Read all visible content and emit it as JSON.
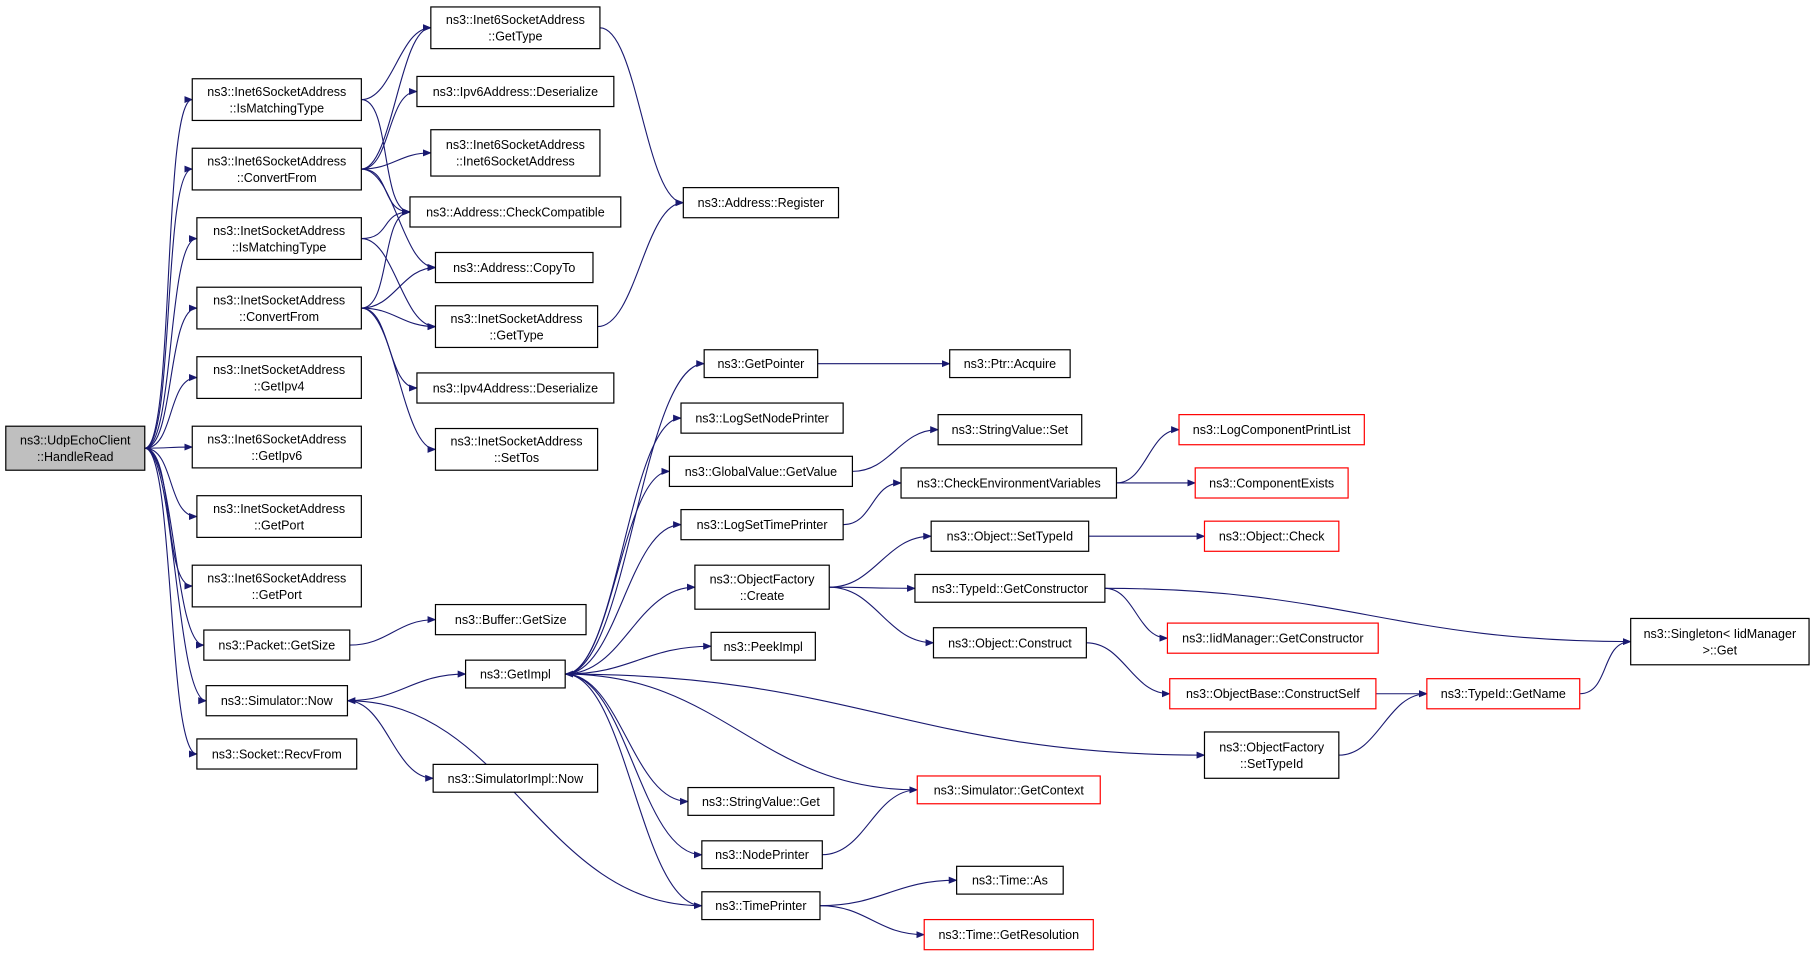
{
  "nodes": [
    {
      "id": "root",
      "lines": [
        "ns3::UdpEchoClient",
        "::HandleRead"
      ],
      "style": "root"
    },
    {
      "id": "i6isMatch",
      "lines": [
        "ns3::Inet6SocketAddress",
        "::IsMatchingType"
      ]
    },
    {
      "id": "i6convert",
      "lines": [
        "ns3::Inet6SocketAddress",
        "::ConvertFrom"
      ]
    },
    {
      "id": "i4isMatch",
      "lines": [
        "ns3::InetSocketAddress",
        "::IsMatchingType"
      ]
    },
    {
      "id": "i4convert",
      "lines": [
        "ns3::InetSocketAddress",
        "::ConvertFrom"
      ]
    },
    {
      "id": "i4getIpv4",
      "lines": [
        "ns3::InetSocketAddress",
        "::GetIpv4"
      ]
    },
    {
      "id": "i6getIpv6",
      "lines": [
        "ns3::Inet6SocketAddress",
        "::GetIpv6"
      ]
    },
    {
      "id": "i4getPort",
      "lines": [
        "ns3::InetSocketAddress",
        "::GetPort"
      ]
    },
    {
      "id": "i6getPort",
      "lines": [
        "ns3::Inet6SocketAddress",
        "::GetPort"
      ]
    },
    {
      "id": "pktGetSize",
      "lines": [
        "ns3::Packet::GetSize"
      ]
    },
    {
      "id": "simNow",
      "lines": [
        "ns3::Simulator::Now"
      ]
    },
    {
      "id": "sockRecvFrom",
      "lines": [
        "ns3::Socket::RecvFrom"
      ]
    },
    {
      "id": "i6getType",
      "lines": [
        "ns3::Inet6SocketAddress",
        "::GetType"
      ]
    },
    {
      "id": "ipv6Deser",
      "lines": [
        "ns3::Ipv6Address::Deserialize"
      ]
    },
    {
      "id": "i6ctor",
      "lines": [
        "ns3::Inet6SocketAddress",
        "::Inet6SocketAddress"
      ]
    },
    {
      "id": "addrCheck",
      "lines": [
        "ns3::Address::CheckCompatible"
      ]
    },
    {
      "id": "addrCopyTo",
      "lines": [
        "ns3::Address::CopyTo"
      ]
    },
    {
      "id": "i4getType",
      "lines": [
        "ns3::InetSocketAddress",
        "::GetType"
      ]
    },
    {
      "id": "ipv4Deser",
      "lines": [
        "ns3::Ipv4Address::Deserialize"
      ]
    },
    {
      "id": "i4setTos",
      "lines": [
        "ns3::InetSocketAddress",
        "::SetTos"
      ]
    },
    {
      "id": "bufGetSize",
      "lines": [
        "ns3::Buffer::GetSize"
      ]
    },
    {
      "id": "getImpl",
      "lines": [
        "ns3::GetImpl"
      ]
    },
    {
      "id": "simImplNow",
      "lines": [
        "ns3::SimulatorImpl::Now"
      ]
    },
    {
      "id": "addrRegister",
      "lines": [
        "ns3::Address::Register"
      ]
    },
    {
      "id": "getPointer",
      "lines": [
        "ns3::GetPointer"
      ]
    },
    {
      "id": "logSetNode",
      "lines": [
        "ns3::LogSetNodePrinter"
      ]
    },
    {
      "id": "gvGetValue",
      "lines": [
        "ns3::GlobalValue::GetValue"
      ]
    },
    {
      "id": "logSetTime",
      "lines": [
        "ns3::LogSetTimePrinter"
      ]
    },
    {
      "id": "ofCreate",
      "lines": [
        "ns3::ObjectFactory",
        "::Create"
      ]
    },
    {
      "id": "peekImpl",
      "lines": [
        "ns3::PeekImpl"
      ]
    },
    {
      "id": "svGet",
      "lines": [
        "ns3::StringValue::Get"
      ]
    },
    {
      "id": "nodePrinter",
      "lines": [
        "ns3::NodePrinter"
      ]
    },
    {
      "id": "timePrinter",
      "lines": [
        "ns3::TimePrinter"
      ]
    },
    {
      "id": "ptrAcquire",
      "lines": [
        "ns3::Ptr::Acquire"
      ]
    },
    {
      "id": "svSet",
      "lines": [
        "ns3::StringValue::Set"
      ]
    },
    {
      "id": "checkEnv",
      "lines": [
        "ns3::CheckEnvironmentVariables"
      ]
    },
    {
      "id": "objSetTypeId",
      "lines": [
        "ns3::Object::SetTypeId"
      ]
    },
    {
      "id": "tidGetCtor",
      "lines": [
        "ns3::TypeId::GetConstructor"
      ]
    },
    {
      "id": "objConstruct",
      "lines": [
        "ns3::Object::Construct"
      ]
    },
    {
      "id": "simGetContext",
      "lines": [
        "ns3::Simulator::GetContext"
      ],
      "style": "red"
    },
    {
      "id": "timeAs",
      "lines": [
        "ns3::Time::As"
      ]
    },
    {
      "id": "timeGetRes",
      "lines": [
        "ns3::Time::GetResolution"
      ],
      "style": "red"
    },
    {
      "id": "logCompList",
      "lines": [
        "ns3::LogComponentPrintList"
      ],
      "style": "red"
    },
    {
      "id": "compExists",
      "lines": [
        "ns3::ComponentExists"
      ],
      "style": "red"
    },
    {
      "id": "objCheck",
      "lines": [
        "ns3::Object::Check"
      ],
      "style": "red"
    },
    {
      "id": "iidGetCtor",
      "lines": [
        "ns3::IidManager::GetConstructor"
      ],
      "style": "red"
    },
    {
      "id": "obConstructSelf",
      "lines": [
        "ns3::ObjectBase::ConstructSelf"
      ],
      "style": "red"
    },
    {
      "id": "ofSetTypeId",
      "lines": [
        "ns3::ObjectFactory",
        "::SetTypeId"
      ]
    },
    {
      "id": "tidGetName",
      "lines": [
        "ns3::TypeId::GetName"
      ],
      "style": "red"
    },
    {
      "id": "singletonGet",
      "lines": [
        "ns3::Singleton< IidManager",
        ">::Get"
      ]
    }
  ],
  "edges": [
    [
      "root",
      "i6isMatch"
    ],
    [
      "root",
      "i6convert"
    ],
    [
      "root",
      "i4isMatch"
    ],
    [
      "root",
      "i4convert"
    ],
    [
      "root",
      "i4getIpv4"
    ],
    [
      "root",
      "i6getIpv6"
    ],
    [
      "root",
      "i4getPort"
    ],
    [
      "root",
      "i6getPort"
    ],
    [
      "root",
      "pktGetSize"
    ],
    [
      "root",
      "simNow"
    ],
    [
      "root",
      "sockRecvFrom"
    ],
    [
      "i6isMatch",
      "i6getType"
    ],
    [
      "i6isMatch",
      "addrCheck"
    ],
    [
      "i6convert",
      "i6getType"
    ],
    [
      "i6convert",
      "ipv6Deser"
    ],
    [
      "i6convert",
      "i6ctor"
    ],
    [
      "i6convert",
      "addrCheck"
    ],
    [
      "i6convert",
      "addrCopyTo"
    ],
    [
      "i4isMatch",
      "addrCheck"
    ],
    [
      "i4isMatch",
      "i4getType"
    ],
    [
      "i4convert",
      "addrCheck"
    ],
    [
      "i4convert",
      "addrCopyTo"
    ],
    [
      "i4convert",
      "i4getType"
    ],
    [
      "i4convert",
      "ipv4Deser"
    ],
    [
      "i4convert",
      "i4setTos"
    ],
    [
      "i6getType",
      "addrRegister"
    ],
    [
      "i4getType",
      "addrRegister"
    ],
    [
      "pktGetSize",
      "bufGetSize"
    ],
    [
      "simNow",
      "getImpl"
    ],
    [
      "simNow",
      "simImplNow"
    ],
    [
      "getImpl",
      "getPointer"
    ],
    [
      "getImpl",
      "logSetNode"
    ],
    [
      "getImpl",
      "gvGetValue"
    ],
    [
      "getImpl",
      "logSetTime"
    ],
    [
      "getImpl",
      "ofCreate"
    ],
    [
      "getImpl",
      "peekImpl"
    ],
    [
      "getImpl",
      "svGet"
    ],
    [
      "getImpl",
      "nodePrinter"
    ],
    [
      "getImpl",
      "timePrinter"
    ],
    [
      "getImpl",
      "ofSetTypeId"
    ],
    [
      "timePrinter",
      "simNow"
    ],
    [
      "simGetContext",
      "getImpl"
    ],
    [
      "getPointer",
      "ptrAcquire"
    ],
    [
      "gvGetValue",
      "svSet"
    ],
    [
      "logSetTime",
      "checkEnv"
    ],
    [
      "checkEnv",
      "logCompList"
    ],
    [
      "checkEnv",
      "compExists"
    ],
    [
      "ofCreate",
      "objSetTypeId"
    ],
    [
      "ofCreate",
      "tidGetCtor"
    ],
    [
      "ofCreate",
      "objConstruct"
    ],
    [
      "objSetTypeId",
      "objCheck"
    ],
    [
      "tidGetCtor",
      "iidGetCtor"
    ],
    [
      "tidGetCtor",
      "singletonGet"
    ],
    [
      "objConstruct",
      "obConstructSelf"
    ],
    [
      "obConstructSelf",
      "tidGetName"
    ],
    [
      "ofSetTypeId",
      "tidGetName"
    ],
    [
      "tidGetName",
      "singletonGet"
    ],
    [
      "nodePrinter",
      "simGetContext"
    ],
    [
      "timePrinter",
      "timeAs"
    ],
    [
      "timePrinter",
      "timeGetRes"
    ]
  ]
}
